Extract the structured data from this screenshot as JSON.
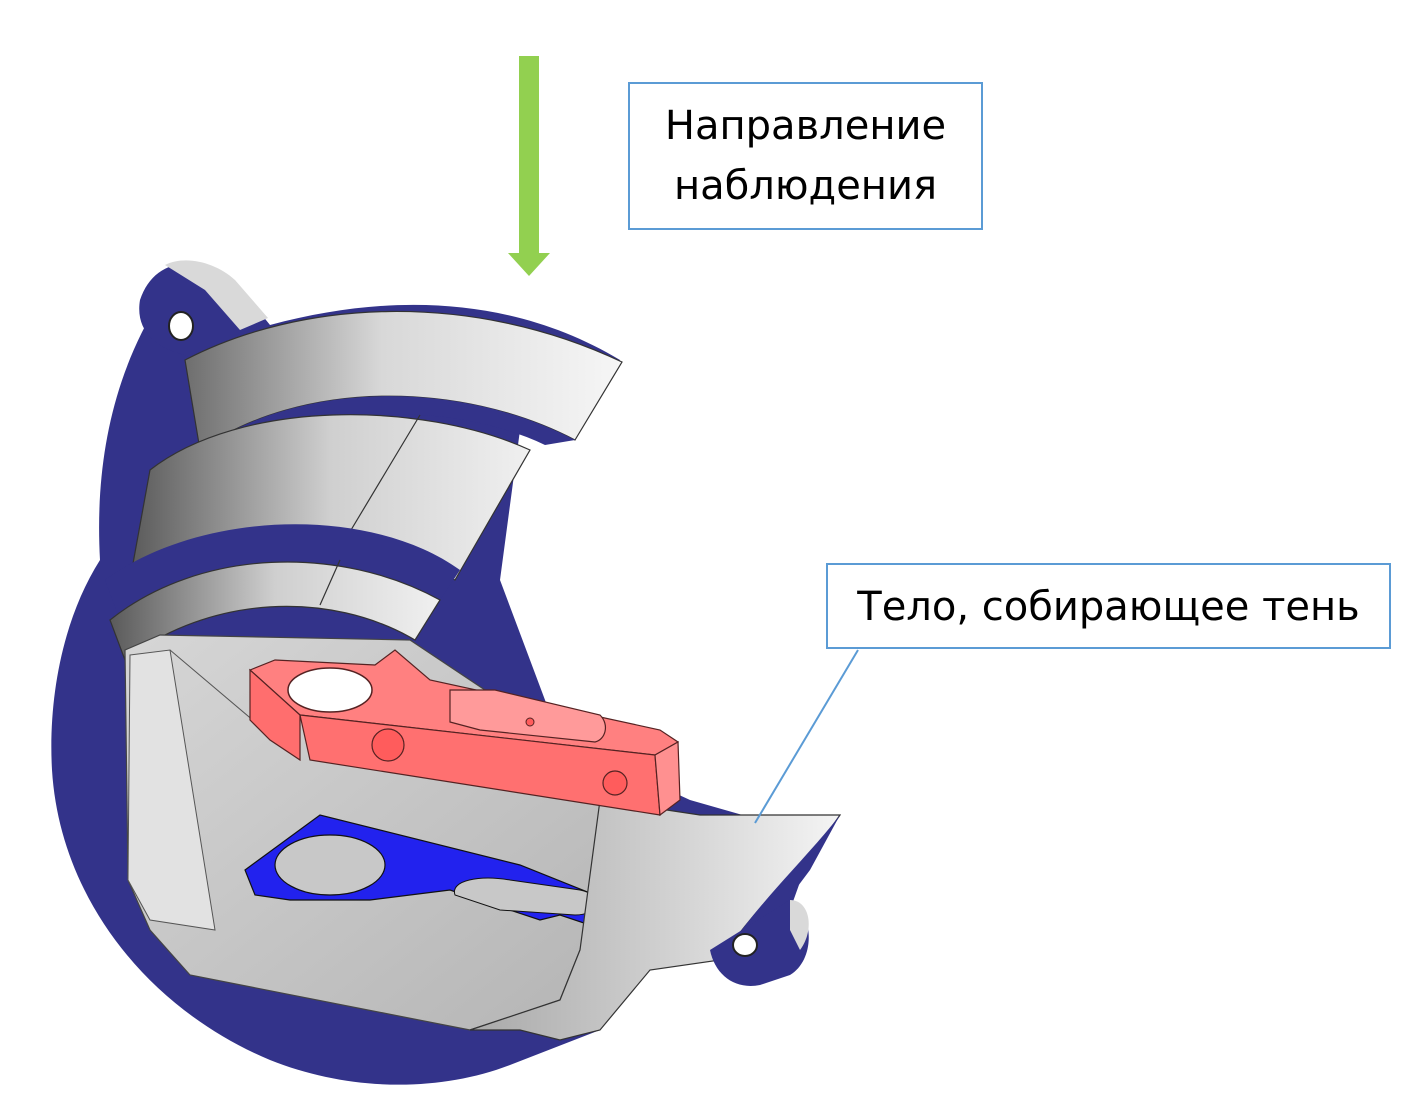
{
  "callouts": {
    "view_direction": {
      "line1": "Направление",
      "line2": "наблюдения"
    },
    "shadow_body": {
      "text": "Тело, собирающее тень"
    }
  },
  "colors": {
    "housing_blue": "#33338a",
    "surface_grey": "#c8c8c8",
    "part_red": "#ff7070",
    "shadow_blue": "#2222ee",
    "arrow_green": "#92d050",
    "callout_border": "#5b9bd5"
  }
}
